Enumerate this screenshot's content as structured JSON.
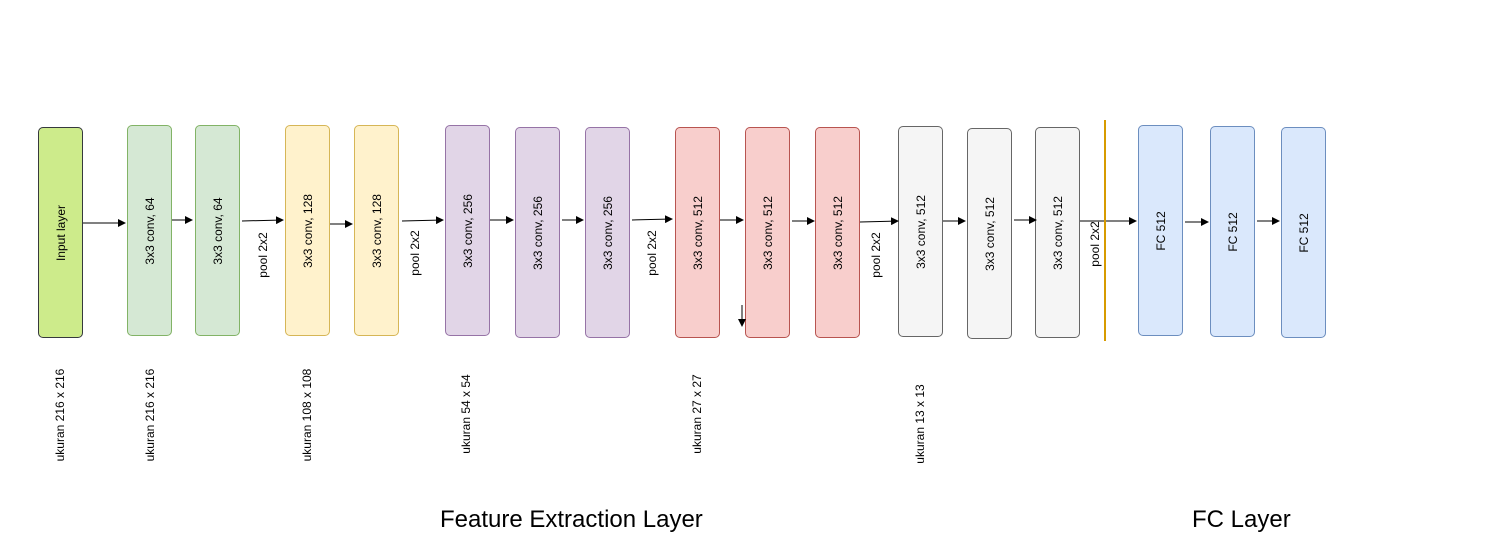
{
  "colors": {
    "input": {
      "fill": "#cdeb8b",
      "stroke": "#36393d"
    },
    "green": {
      "fill": "#d5e8d4",
      "stroke": "#82b366"
    },
    "yellow": {
      "fill": "#fff2cc",
      "stroke": "#d6b656"
    },
    "purple": {
      "fill": "#e1d5e7",
      "stroke": "#9673a6"
    },
    "red": {
      "fill": "#f8cecc",
      "stroke": "#b85450"
    },
    "gray": {
      "fill": "#f5f5f5",
      "stroke": "#666666"
    },
    "blue": {
      "fill": "#dae8fc",
      "stroke": "#6c8ebf"
    },
    "separator": "#d79b00"
  },
  "blocks": [
    {
      "label": "Input layer",
      "color": "input"
    },
    {
      "label": "3x3 conv, 64",
      "color": "green"
    },
    {
      "label": "3x3 conv, 64",
      "color": "green"
    },
    {
      "label": "3x3 conv, 128",
      "color": "yellow"
    },
    {
      "label": "3x3 conv, 128",
      "color": "yellow"
    },
    {
      "label": "3x3 conv, 256",
      "color": "purple"
    },
    {
      "label": "3x3 conv, 256",
      "color": "purple"
    },
    {
      "label": "3x3 conv, 256",
      "color": "purple"
    },
    {
      "label": "3x3 conv, 512",
      "color": "red"
    },
    {
      "label": "3x3 conv, 512",
      "color": "red"
    },
    {
      "label": "3x3 conv, 512",
      "color": "red"
    },
    {
      "label": "3x3 conv, 512",
      "color": "gray"
    },
    {
      "label": "3x3 conv, 512",
      "color": "gray"
    },
    {
      "label": "3x3 conv, 512",
      "color": "gray"
    },
    {
      "label": "FC 512",
      "color": "blue"
    },
    {
      "label": "FC 512",
      "color": "blue"
    },
    {
      "label": "FC 512",
      "color": "blue"
    }
  ],
  "pool_labels": [
    "pool 2x2",
    "pool 2x2",
    "pool 2x2",
    "pool 2x2",
    "pool 2x2"
  ],
  "size_labels": [
    "ukuran 216 x 216",
    "ukuran 216 x 216",
    "ukuran 108 x 108",
    "ukuran 54  x 54",
    "ukuran 27  x 27",
    "ukuran 13  x 13"
  ],
  "sections": {
    "feature": "Feature Extraction Layer",
    "fc": "FC Layer"
  }
}
